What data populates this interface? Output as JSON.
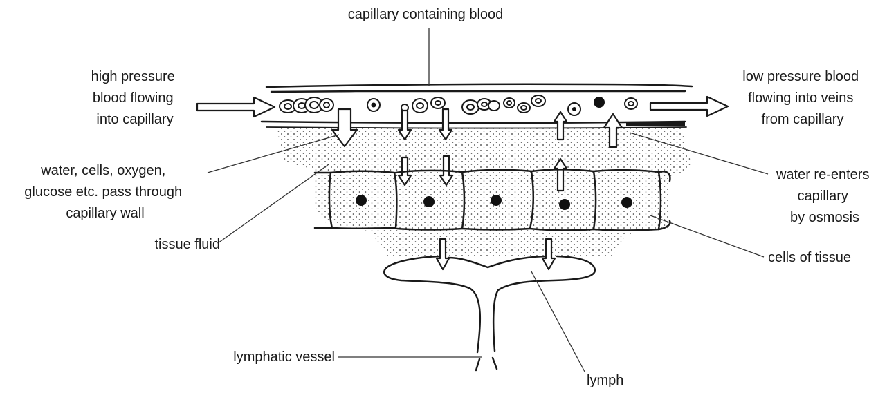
{
  "labels": {
    "capillary": "capillary containing blood",
    "high_pressure": [
      "high pressure",
      "blood flowing",
      "into capillary"
    ],
    "low_pressure": [
      "low pressure blood",
      "flowing into veins",
      "from capillary"
    ],
    "water_cells": [
      "water, cells, oxygen,",
      "glucose etc. pass through",
      "capillary wall"
    ],
    "water_reenters": [
      "water re-enters",
      "capillary",
      "by osmosis"
    ],
    "tissue_fluid": "tissue fluid",
    "cells_of_tissue": "cells of tissue",
    "lymphatic_vessel": "lymphatic vessel",
    "lymph": "lymph"
  }
}
